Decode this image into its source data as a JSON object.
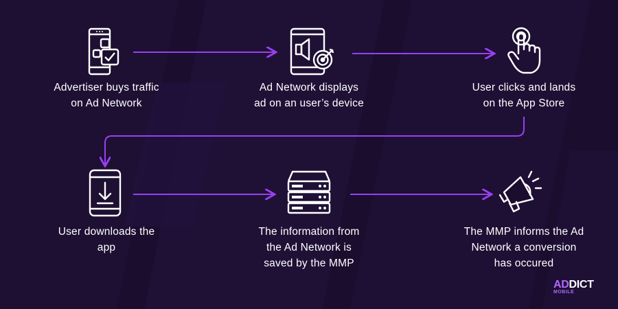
{
  "colors": {
    "background": "#1a0d2e",
    "accent": "#9b3ff2",
    "text": "#ffffff"
  },
  "steps": [
    {
      "line1": "Advertiser buys traffic",
      "line2": "on Ad Network",
      "line3": "",
      "icon": "phone-app-icon"
    },
    {
      "line1": "Ad Network displays",
      "line2": "ad on an user’s device",
      "line3": "",
      "icon": "tablet-ad-target-icon"
    },
    {
      "line1": "User clicks and lands",
      "line2": "on the App Store",
      "line3": "",
      "icon": "tap-hand-icon"
    },
    {
      "line1": "User downloads the",
      "line2": "app",
      "line3": "",
      "icon": "download-icon"
    },
    {
      "line1": "The information from",
      "line2": "the Ad Network is",
      "line3": "saved by the MMP",
      "icon": "server-icon"
    },
    {
      "line1": "The MMP informs the Ad",
      "line2": "Network a conversion",
      "line3": "has occured",
      "icon": "megaphone-icon"
    }
  ],
  "logo": {
    "part1": "AD",
    "part2": "DICT",
    "sub": "MOBILE"
  }
}
